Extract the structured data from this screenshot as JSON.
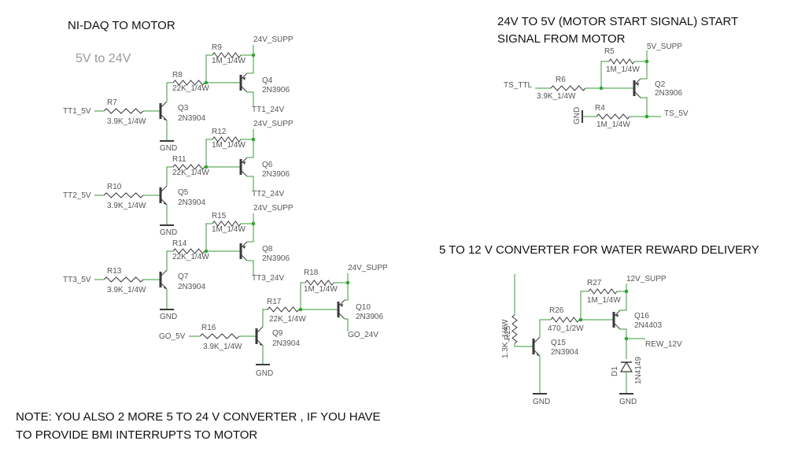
{
  "titles": {
    "nidaq": "NI-DAQ TO MOTOR",
    "nidaq_sub": "5V to 24V",
    "start_1": "24V TO 5V (MOTOR START  SIGNAL)  START",
    "start_2": "SIGNAL FROM MOTOR",
    "water": "5 TO 12 V CONVERTER FOR WATER REWARD DELIVERY"
  },
  "note": {
    "line1": "NOTE: YOU ALSO 2 MORE 5 TO 24 V CONVERTER , IF YOU HAVE",
    "line2": "TO PROVIDE BMI INTERRUPTS TO MOTOR"
  },
  "stages": [
    {
      "in_label": "TT1_5V",
      "rin": "R7",
      "rin_val": "3.9K_1/4W",
      "q_npn": "Q3",
      "npn_type": "2N3904",
      "rmid": "R8",
      "rmid_val": "22K_1/4W",
      "rpu": "R9",
      "rpu_val": "1M_1/4W",
      "q_pnp": "Q4",
      "pnp_type": "2N3906",
      "supply": "24V_SUPP",
      "out_label": "TT1_24V",
      "gnd": "GND"
    },
    {
      "in_label": "TT2_5V",
      "rin": "R10",
      "rin_val": "3.9K_1/4W",
      "q_npn": "Q5",
      "npn_type": "2N3904",
      "rmid": "R11",
      "rmid_val": "22K_1/4W",
      "rpu": "R12",
      "rpu_val": "1M_1/4W",
      "q_pnp": "Q6",
      "pnp_type": "2N3906",
      "supply": "24V_SUPP",
      "out_label": "TT2_24V",
      "gnd": "GND"
    },
    {
      "in_label": "TT3_5V",
      "rin": "R13",
      "rin_val": "3.9K_1/4W",
      "q_npn": "Q7",
      "npn_type": "2N3904",
      "rmid": "R14",
      "rmid_val": "22K_1/4W",
      "rpu": "R15",
      "rpu_val": "1M_1/4W",
      "q_pnp": "Q8",
      "pnp_type": "2N3906",
      "supply": "24V_SUPP",
      "out_label": "TT3_24V",
      "gnd": "GND"
    },
    {
      "in_label": "GO_5V",
      "rin": "R16",
      "rin_val": "3.9K_1/4W",
      "q_npn": "Q9",
      "npn_type": "2N3904",
      "rmid": "R17",
      "rmid_val": "22K_1/4W",
      "rpu": "R18",
      "rpu_val": "1M_1/4W",
      "q_pnp": "Q10",
      "pnp_type": "2N3906",
      "supply": "24V_SUPP",
      "out_label": "GO_24V",
      "gnd": "GND"
    }
  ],
  "start_circuit": {
    "in_label": "TS_TTL",
    "r6": "R6",
    "r6_val": "3.9K_1/4W",
    "r5": "R5",
    "r5_val": "1M_1/4W",
    "supply": "5V_SUPP",
    "q": "Q2",
    "q_type": "2N3906",
    "r4": "R4",
    "r4_val": "1M_1/4W",
    "gnd": "GND",
    "out_label": "TS_5V"
  },
  "water_circuit": {
    "r25": "R25",
    "r25_val": "1.3K_1/4W",
    "r26": "R26",
    "r26_val": "470_1/2W",
    "r27": "R27",
    "r27_val": "1M_1/4W",
    "supply": "12V_SUPP",
    "q15": "Q15",
    "q15_type": "2N3904",
    "q16": "Q16",
    "q16_type": "2N4403",
    "out_label": "REW_12V",
    "d1": "D1",
    "d1_type": "1N4149",
    "gnd1": "GND",
    "gnd2": "GND"
  },
  "colors": {
    "wire": "#3a9a3a",
    "node": "#2fa82f",
    "component": "#3a3a3a",
    "text": "#555555"
  }
}
